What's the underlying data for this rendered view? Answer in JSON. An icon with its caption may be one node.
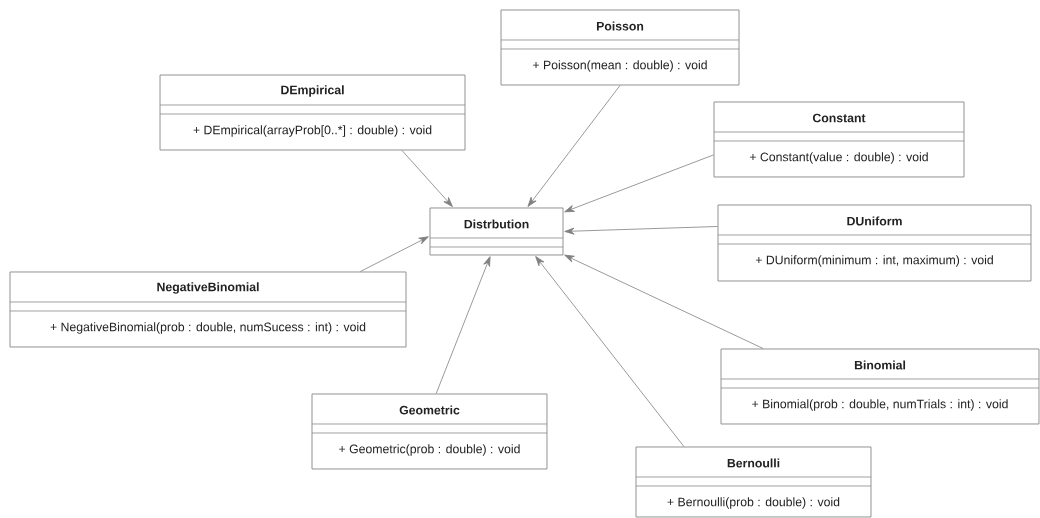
{
  "diagram": {
    "nodes": [
      {
        "text": [
          "Poisson",
          "+ Poisson(mean : double) : void"
        ]
      },
      {
        "text": [
          "DEmpirical",
          "+ DEmpirical(arrayProb[0..*] : double) : void"
        ]
      },
      {
        "text": [
          "Constant",
          "+ Constant(value : double) : void"
        ]
      },
      {
        "text": [
          "DUniform",
          "+ DUniform(minimum : int, maximum) : void"
        ]
      },
      {
        "text": [
          "Distrbution"
        ]
      },
      {
        "text": [
          "NegativeBinomial",
          "+ NegativeBinomial(prob : double, numSucess : int) : void"
        ]
      },
      {
        "text": [
          "Binomial",
          "+ Binomial(prob : double, numTrials : int) : void"
        ]
      },
      {
        "text": [
          "Geometric",
          "+ Geometric(prob : double) : void"
        ]
      },
      {
        "text": [
          "Bernoulli",
          "+ Bernoulli(prob : double) : void"
        ]
      }
    ],
    "edges": [
      {
        "from": 1,
        "to": 4,
        "arrow": "to"
      },
      {
        "from": 0,
        "to": 4,
        "arrow": "to"
      },
      {
        "from": 2,
        "to": 4,
        "arrow": "to"
      },
      {
        "from": 3,
        "to": 4,
        "arrow": "to"
      },
      {
        "from": 5,
        "to": 4,
        "arrow": "to"
      },
      {
        "from": 7,
        "to": 4,
        "arrow": "to"
      },
      {
        "from": 8,
        "to": 4,
        "arrow": "to"
      },
      {
        "from": 6,
        "to": 4,
        "arrow": "to"
      }
    ]
  }
}
